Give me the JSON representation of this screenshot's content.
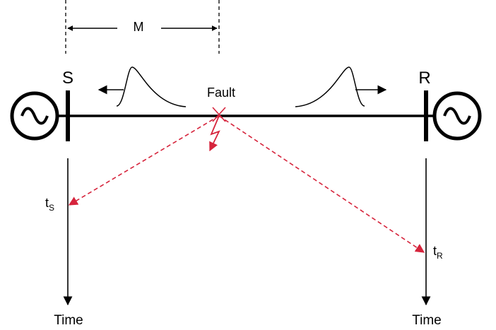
{
  "diagram": {
    "distance_label": "M",
    "sending_bus_label": "S",
    "receiving_bus_label": "R",
    "fault_label": "Fault",
    "sending_arrival": {
      "base": "t",
      "sub": "S"
    },
    "receiving_arrival": {
      "base": "t",
      "sub": "R"
    },
    "sending_axis_label": "Time",
    "receiving_axis_label": "Time",
    "source_icon": "ac-source-icon",
    "fault_icon": "lightning-bolt-icon",
    "colors": {
      "line": "#000000",
      "fault": "#d6243c"
    }
  }
}
